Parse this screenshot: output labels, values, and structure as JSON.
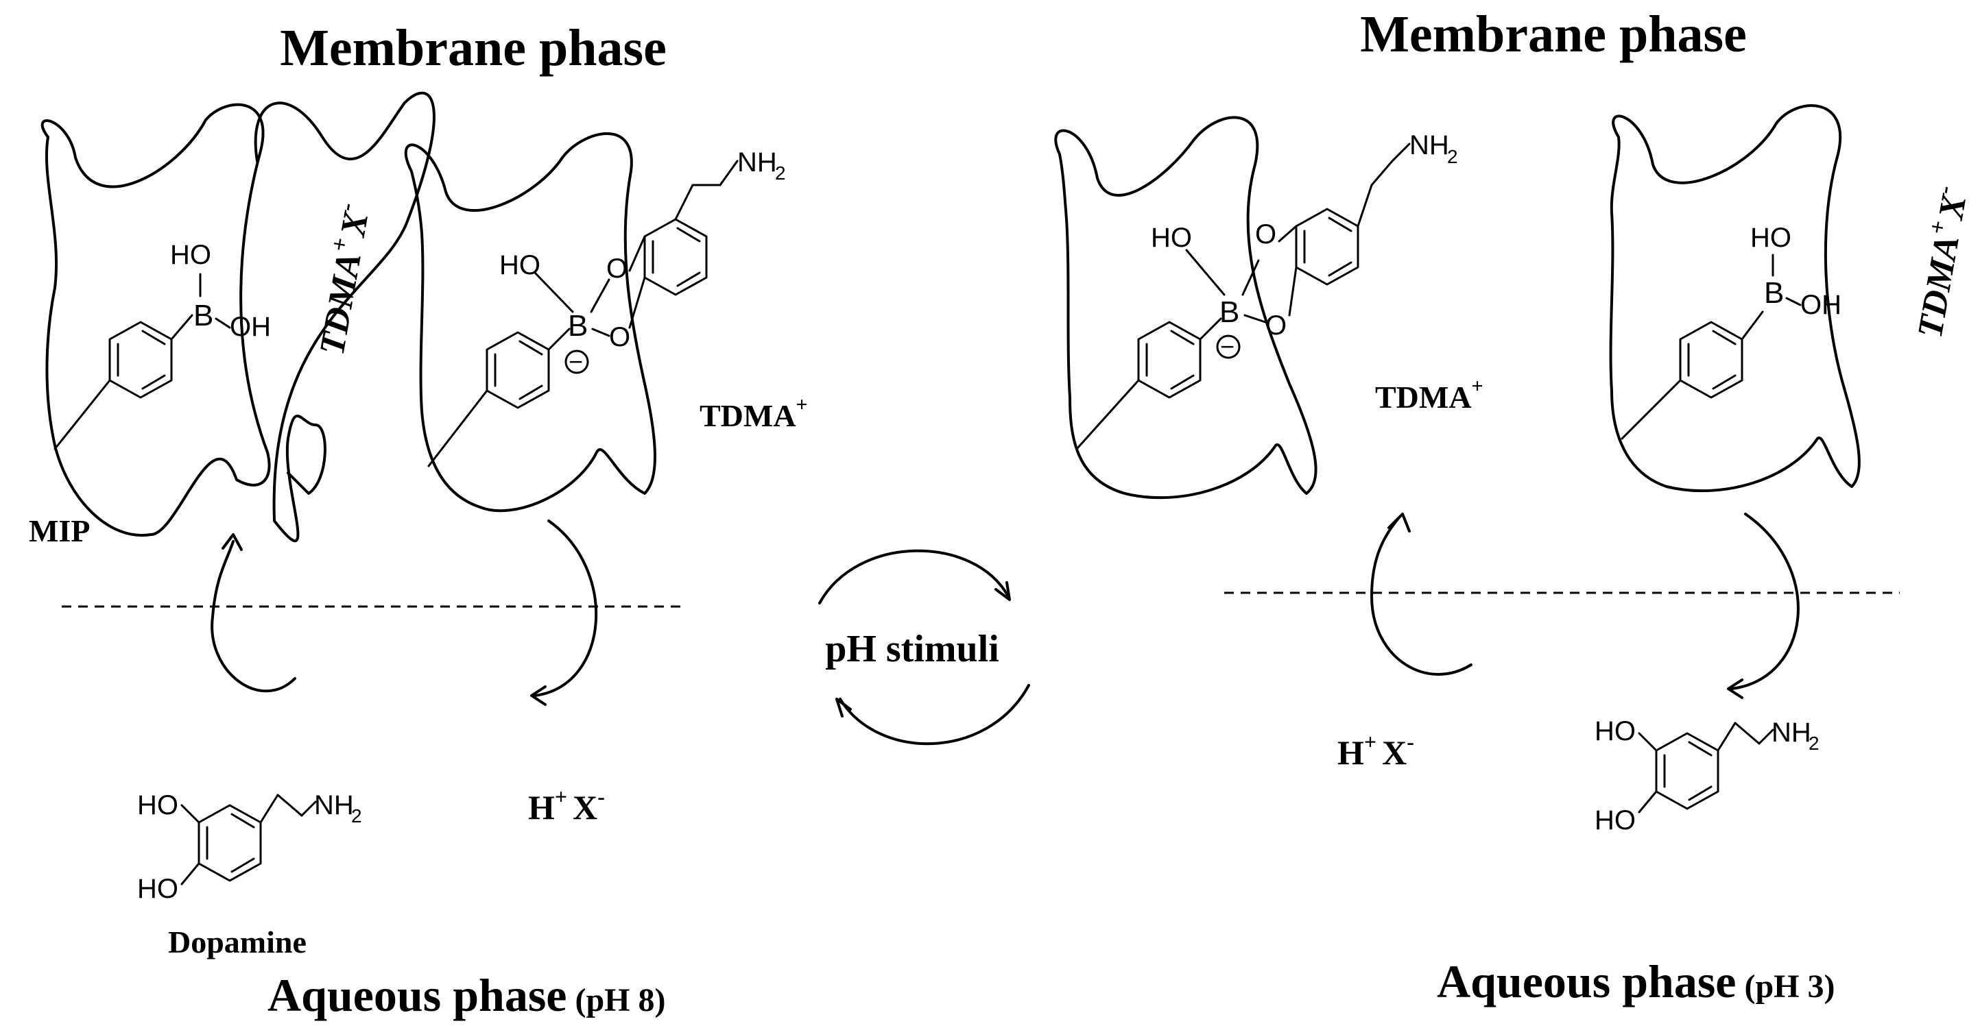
{
  "left": {
    "membrane_title": "Membrane phase",
    "aqueous_title": "Aqueous phase",
    "aqueous_ph": "(pH 8)",
    "mip_label": "MIP",
    "tdma_x_label": "TDMA",
    "tdma_x_sup": "+",
    "tdma_x_anion": "X",
    "tdma_x_anion_sup": "-",
    "tdma_label": "TDMA",
    "tdma_sup": "+",
    "hx_label": "H",
    "hx_sup": "+",
    "hx_anion": "X",
    "hx_anion_sup": "-",
    "dopamine_label": "Dopamine"
  },
  "right": {
    "membrane_title": "Membrane phase",
    "aqueous_title": "Aqueous phase",
    "aqueous_ph": "(pH 3)",
    "tdma_x_label": "TDMA",
    "tdma_x_sup": "+",
    "tdma_x_anion": "X",
    "tdma_x_anion_sup": "-",
    "tdma_label": "TDMA",
    "tdma_sup": "+",
    "hx_label": "H",
    "hx_sup": "+",
    "hx_anion": "X",
    "hx_anion_sup": "-"
  },
  "center": {
    "stimuli_label": "pH stimuli"
  },
  "chem": {
    "ho": "HO",
    "oh": "OH",
    "b": "B",
    "o": "O",
    "nh": "NH",
    "two": "2",
    "minus": "−"
  }
}
